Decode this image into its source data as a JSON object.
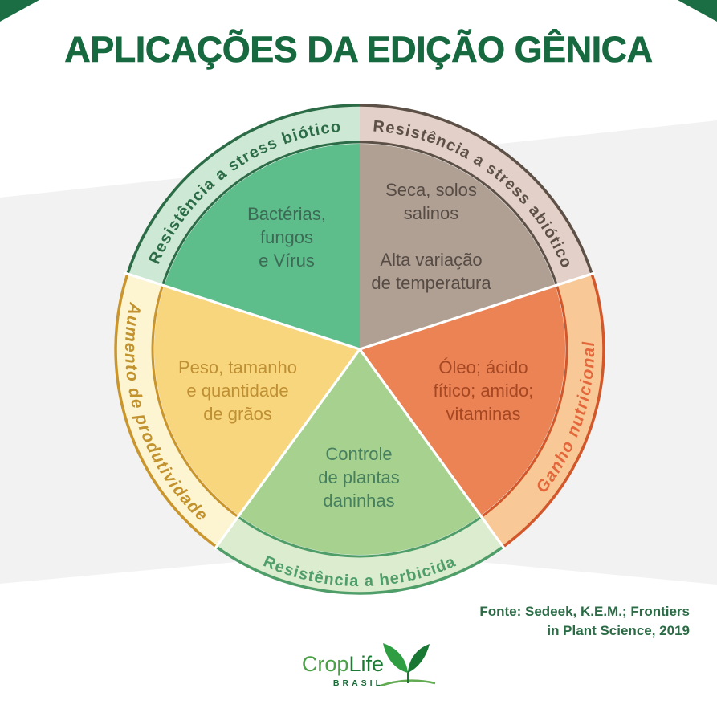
{
  "title": "APLICAÇÕES DA EDIÇÃO GÊNICA",
  "wheel": {
    "type": "pie",
    "equal_slices_deg": 72,
    "segments": [
      {
        "id": "stress-biotico",
        "ring_label": "Resistência a stress biótico",
        "lines": [
          "Bactérias,",
          "fungos",
          "e Vírus"
        ],
        "fill": "#5dbd8b",
        "band": "#cee8d6",
        "border": "#2b6c46",
        "ring_text_color": "#2b6c46",
        "text_color": "#3c6b55"
      },
      {
        "id": "stress-abiotico",
        "ring_label": "Resistência a stress abiótico",
        "lines": [
          "Seca, solos",
          "salinos",
          "",
          "Alta variação",
          "de temperatura"
        ],
        "fill": "#b0a094",
        "band": "#e3d1c9",
        "border": "#5d5047",
        "ring_text_color": "#5d5047",
        "text_color": "#564c45"
      },
      {
        "id": "ganho-nutricional",
        "ring_label": "Ganho nutricional",
        "lines": [
          "Óleo; ácido",
          "fítico; amido;",
          "vitaminas"
        ],
        "fill": "#eb8354",
        "band": "#f8c997",
        "border": "#d2572b",
        "ring_text_color": "#e4673c",
        "text_color": "#a64724"
      },
      {
        "id": "resistencia-herbicida",
        "ring_label": "Resistência a herbicida",
        "lines": [
          "Controle",
          "de plantas",
          "daninhas"
        ],
        "fill": "#a6d18f",
        "band": "#dceccf",
        "border": "#4f9e69",
        "ring_text_color": "#4f9e69",
        "text_color": "#47805f"
      },
      {
        "id": "aumento-produtividade",
        "ring_label": "Aumento de produtividade",
        "lines": [
          "Peso, tamanho",
          "e quantidade",
          "de grãos"
        ],
        "fill": "#f8d67e",
        "band": "#fdf5d1",
        "border": "#c9952c",
        "ring_text_color": "#c2922e",
        "text_color": "#bf9033"
      }
    ]
  },
  "source": {
    "lines": [
      "Fonte: Sedeek, K.E.M.; Frontiers",
      "in Plant Science, 2019"
    ]
  },
  "logo": {
    "name_part1": "Crop",
    "name_part2": "Life",
    "subtitle": "BRASIL"
  },
  "background": {
    "band_color": "#f1f2f1",
    "corner_accent_color": "#1b6e43",
    "title_color": "#17693f"
  }
}
